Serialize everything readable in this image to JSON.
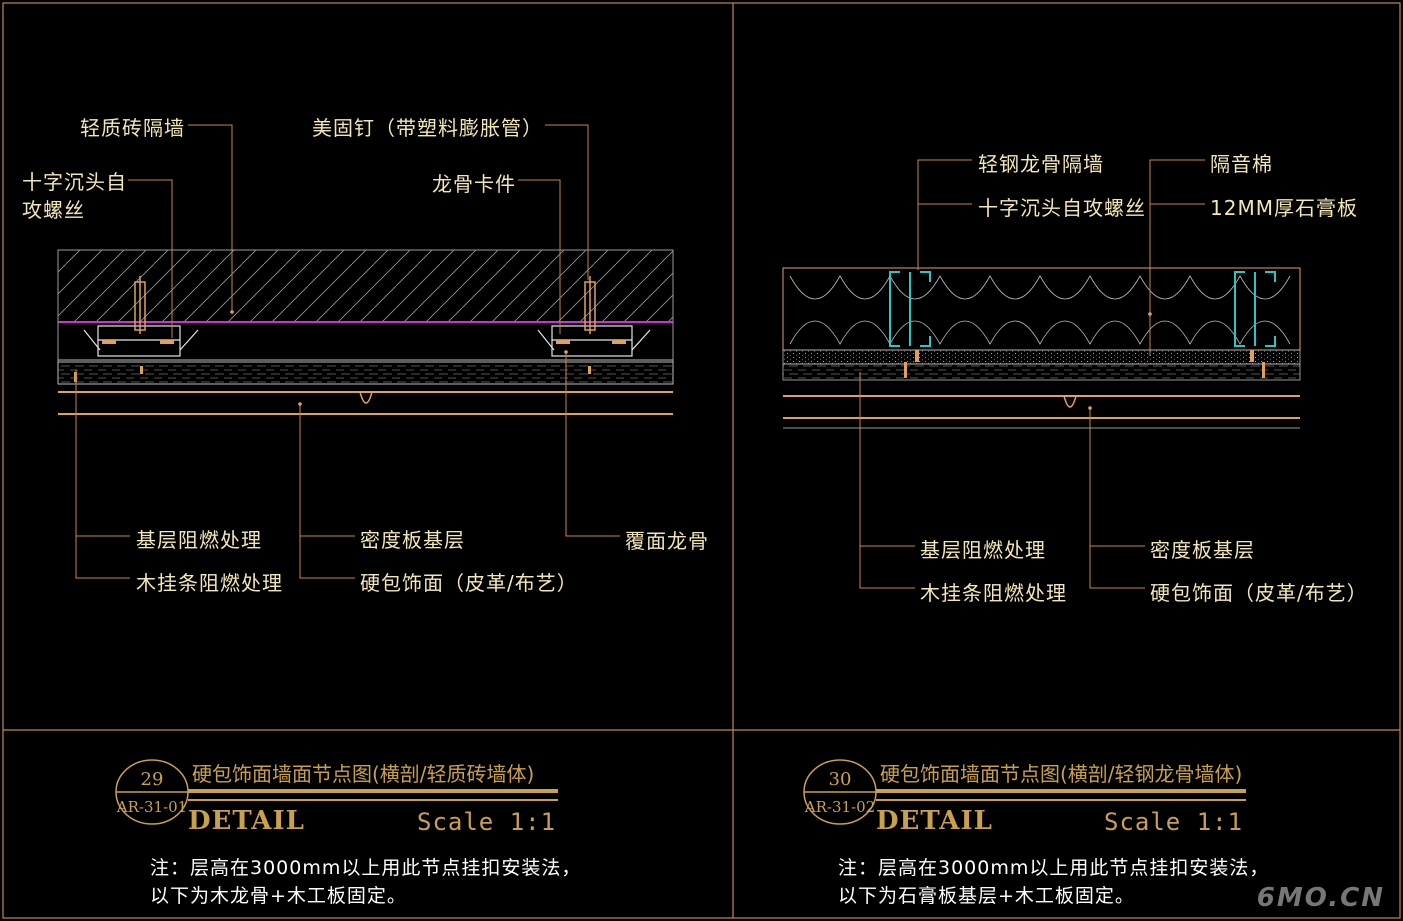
{
  "colors": {
    "frame": "#c4884a",
    "label": "#f2e7b6",
    "title": "#c9a14a",
    "magenta": "#cc33cc",
    "cyan": "#2ec4c4"
  },
  "left": {
    "callouts": {
      "brick_wall": "轻质砖隔墙",
      "screw_a": "十字沉头自",
      "screw_b": "攻螺丝",
      "anchor": "美固钉（带塑料膨胀管）",
      "clip": "龙骨卡件",
      "base_fire": "基层阻燃处理",
      "wood_strip": "木挂条阻燃处理",
      "mdf": "密度板基层",
      "finish": "硬包饰面（皮革/布艺）",
      "keel": "覆面龙骨"
    },
    "title": {
      "number": "29",
      "sheet": "AR-31-01",
      "name": "硬包饰面墙面节点图(横剖/轻质砖墙体)",
      "detail": "DETAIL",
      "scale": "Scale 1:1",
      "note_1": "注：层高在3000mm以上用此节点挂扣安装法，",
      "note_2": "以下为木龙骨+木工板固定。"
    }
  },
  "right": {
    "callouts": {
      "steel_wall": "轻钢龙骨隔墙",
      "screw": "十字沉头自攻螺丝",
      "insulation": "隔音棉",
      "gypsum": "12MM厚石膏板",
      "base_fire": "基层阻燃处理",
      "wood_strip": "木挂条阻燃处理",
      "mdf": "密度板基层",
      "finish": "硬包饰面（皮革/布艺）"
    },
    "title": {
      "number": "30",
      "sheet": "AR-31-02",
      "name": "硬包饰面墙面节点图(横剖/轻钢龙骨墙体)",
      "detail": "DETAIL",
      "scale": "Scale 1:1",
      "note_1": "注：层高在3000mm以上用此节点挂扣安装法，",
      "note_2": "以下为石膏板基层+木工板固定。"
    }
  },
  "watermark": "6MO.CN"
}
